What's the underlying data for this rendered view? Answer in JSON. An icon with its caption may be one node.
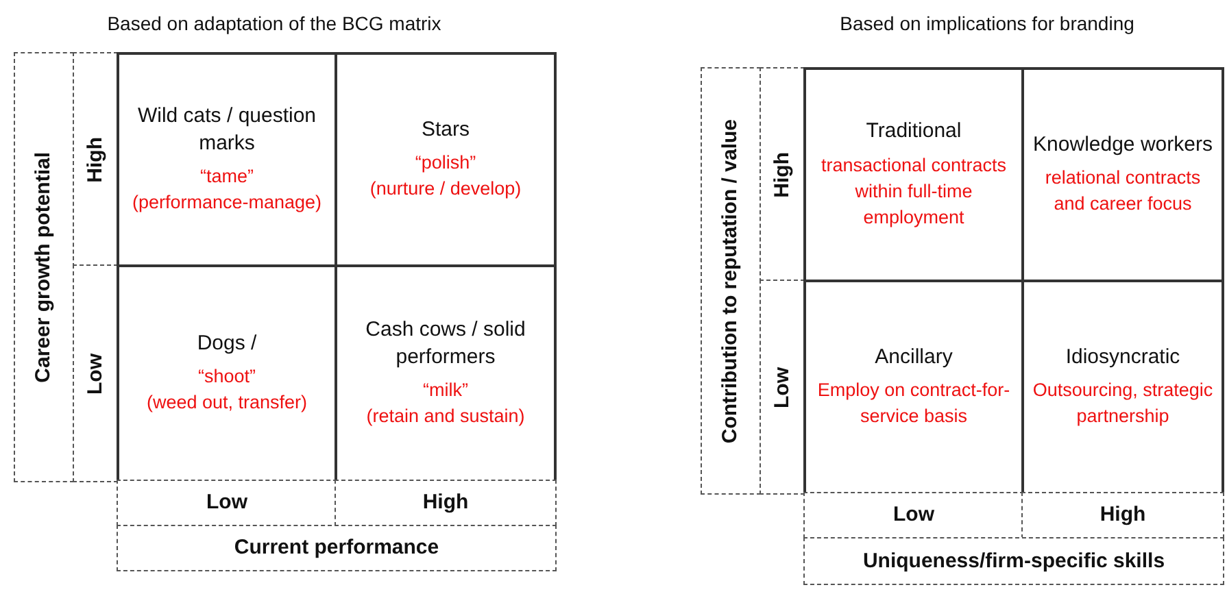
{
  "diagram": {
    "nodes": [
      {
        "text": [
          "Career growth potential"
        ]
      },
      {
        "text": [
          "High"
        ]
      },
      {
        "text": [
          "Wild cats / question marks",
          "“tame”",
          "(performance-manage)"
        ]
      },
      {
        "text": [
          "Stars",
          "“polish”",
          "(nurture / develop)"
        ]
      },
      {
        "text": [
          "Low"
        ]
      },
      {
        "text": [
          "Dogs /",
          "“shoot”",
          "(weed out, transfer)"
        ]
      },
      {
        "text": [
          "Cash cows / solid performers",
          "“milk”",
          "(retain and sustain)"
        ]
      },
      {
        "text": [
          "Low"
        ]
      },
      {
        "text": [
          "High"
        ]
      },
      {
        "text": [
          "Current performance"
        ]
      },
      {
        "text": [
          "Contribution to reputation / value"
        ]
      },
      {
        "text": [
          "High"
        ]
      },
      {
        "text": [
          "Traditional",
          "transactional contracts within full-time employment"
        ]
      },
      {
        "text": [
          "Knowledge workers",
          "relational contracts and career focus"
        ]
      },
      {
        "text": [
          "Low"
        ]
      },
      {
        "text": [
          "Ancillary",
          "Employ on contract-for-service basis"
        ]
      },
      {
        "text": [
          "Idiosyncratic",
          "Outsourcing, strategic partnership"
        ]
      },
      {
        "text": [
          "Low"
        ]
      },
      {
        "text": [
          "High"
        ]
      },
      {
        "text": [
          "Uniqueness/firm-specific skills"
        ]
      }
    ],
    "labels": [
      "Based on adaptation of the BCG matrix",
      "Based on implications for branding"
    ]
  }
}
